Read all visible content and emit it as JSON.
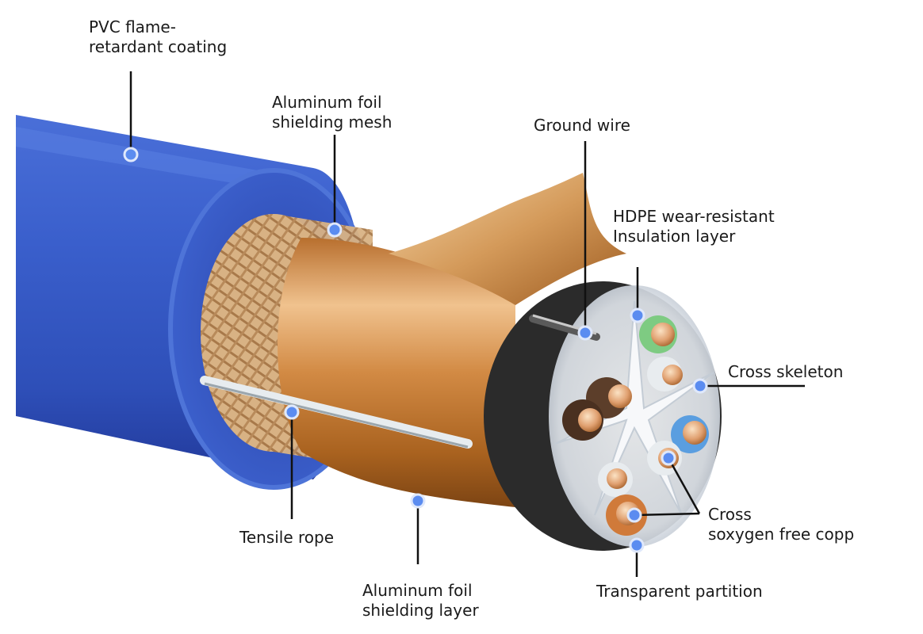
{
  "diagram": {
    "labels": {
      "pvc_coating": [
        "PVC flame-",
        "retardant coating"
      ],
      "foil_mesh": [
        "Aluminum foil",
        "shielding mesh"
      ],
      "ground_wire": [
        "Ground wire"
      ],
      "hdpe_layer": [
        "HDPE wear-resistant",
        "Insulation layer"
      ],
      "cross_skeleton": [
        "Cross skeleton"
      ],
      "copper": [
        "Cross",
        "soxygen free copp"
      ],
      "tensile_rope": [
        "Tensile rope"
      ],
      "foil_layer": [
        "Aluminum foil",
        "shielding layer"
      ],
      "partition": [
        "Transparent partition"
      ]
    },
    "colors": {
      "jacket": "#3558c4",
      "jacket_dark": "#23399a",
      "jacket_light": "#4f74dc",
      "braid": "#caa070",
      "foil": "#c8843e",
      "foil_light": "#efc08a",
      "copper": "#e0a070",
      "marker": "#5b8cf0",
      "leader": "#111111"
    }
  }
}
